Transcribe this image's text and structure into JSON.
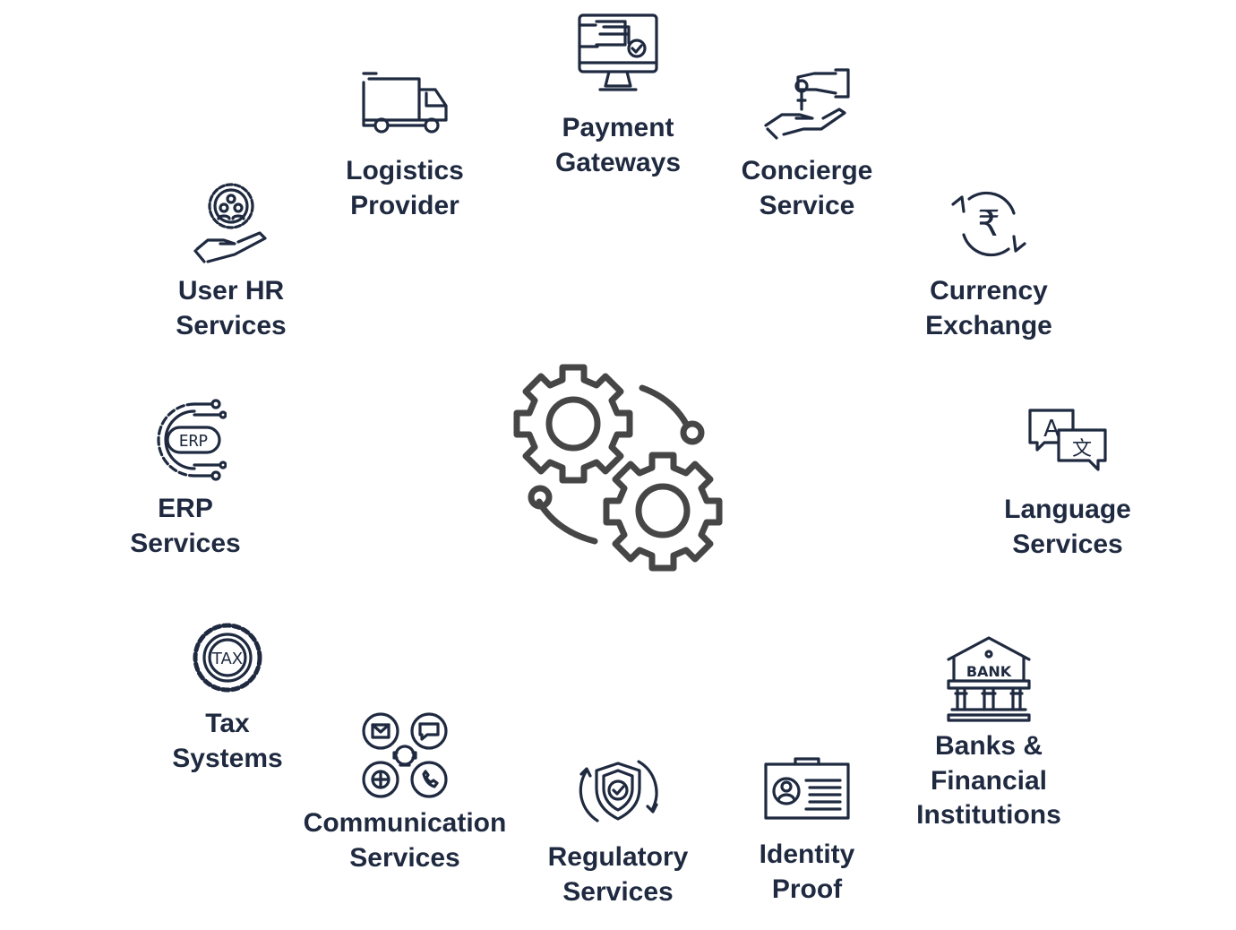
{
  "diagram": {
    "center_icon": "gears-icon",
    "items": [
      {
        "id": "payment",
        "icon": "monitor-card-icon",
        "lines": [
          "Payment",
          "Gateways"
        ]
      },
      {
        "id": "logistics",
        "icon": "truck-icon",
        "lines": [
          "Logistics",
          "Provider"
        ]
      },
      {
        "id": "concierge",
        "icon": "key-handover-icon",
        "lines": [
          "Concierge",
          "Service"
        ]
      },
      {
        "id": "hr",
        "icon": "hand-gear-people-icon",
        "lines": [
          "User HR",
          "Services"
        ]
      },
      {
        "id": "currency",
        "icon": "rupee-exchange-icon",
        "lines": [
          "Currency",
          "Exchange"
        ]
      },
      {
        "id": "erp",
        "icon": "erp-gear-icon",
        "lines": [
          "ERP",
          "Services"
        ]
      },
      {
        "id": "language",
        "icon": "translate-icon",
        "lines": [
          "Language",
          "Services"
        ]
      },
      {
        "id": "tax",
        "icon": "tax-gear-icon",
        "lines": [
          "Tax",
          "Systems"
        ]
      },
      {
        "id": "banks",
        "icon": "bank-icon",
        "lines": [
          "Banks &",
          "Financial",
          "Institutions"
        ],
        "bank_sign": "BANK"
      },
      {
        "id": "communication",
        "icon": "communication-icon",
        "lines": [
          "Communication",
          "Services"
        ]
      },
      {
        "id": "regulatory",
        "icon": "shield-check-icon",
        "lines": [
          "Regulatory",
          "Services"
        ]
      },
      {
        "id": "identity",
        "icon": "id-card-icon",
        "lines": [
          "Identity",
          "Proof"
        ]
      }
    ],
    "erp_badge": "ERP",
    "tax_badge": "TAX",
    "translate_a": "A",
    "translate_b": "文",
    "rupee": "₹"
  }
}
